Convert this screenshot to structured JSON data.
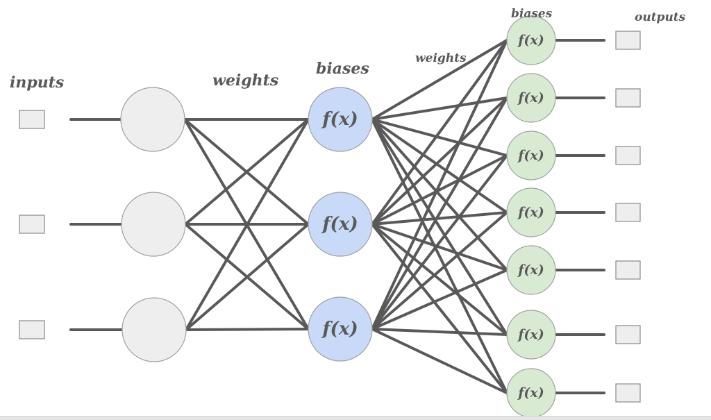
{
  "labels": {
    "inputs": "inputs",
    "weights_1": "weights",
    "biases_1": "biases",
    "weights_2": "weights",
    "biases_2": "biases",
    "outputs": "outputs"
  },
  "node_function": "f(x)",
  "layers": {
    "input_count": 3,
    "hidden_count": 3,
    "output_count": 7
  },
  "colors": {
    "edge": "#595959",
    "input_node": "#eeeeee",
    "hidden_node": "#c9daf8",
    "output_node": "#d9ead3",
    "io_box": "#eeeeee",
    "label": "#595959"
  }
}
